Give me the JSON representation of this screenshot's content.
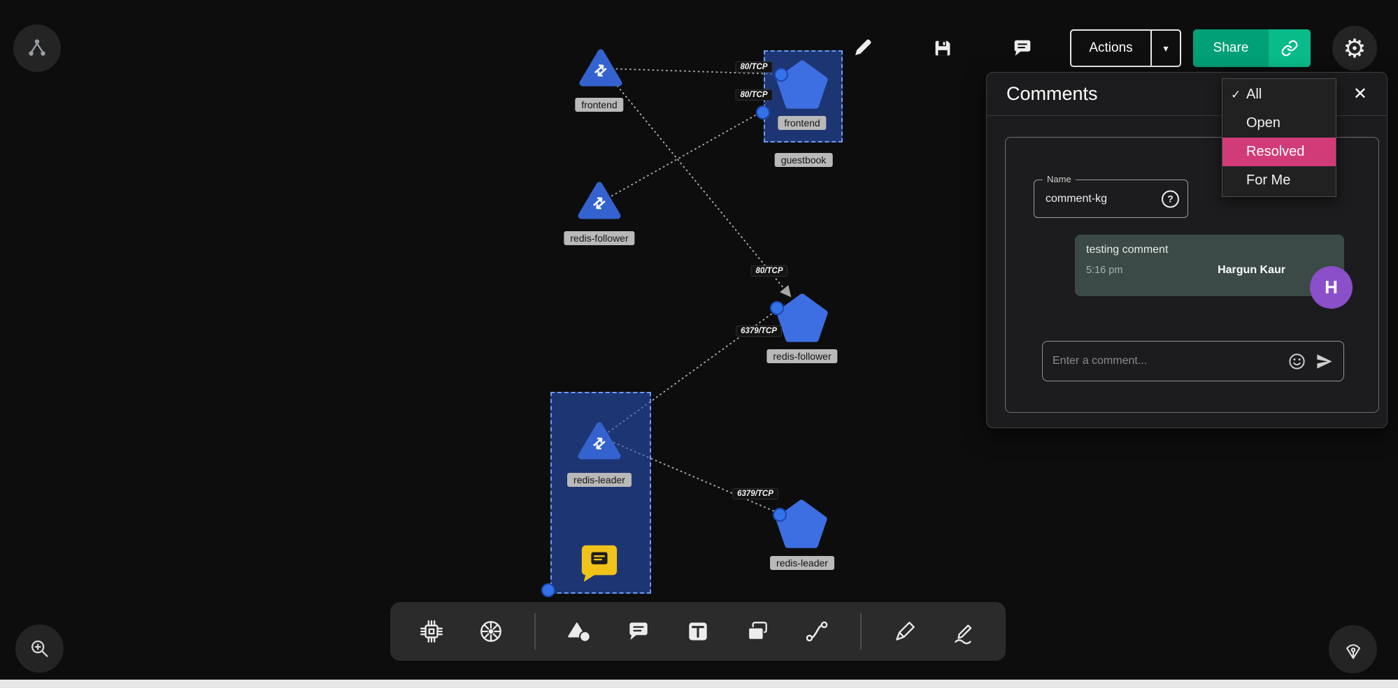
{
  "canvas": {
    "nodes": {
      "svc_frontend": {
        "label": "frontend"
      },
      "group_guestbook": {
        "label": "guestbook"
      },
      "dep_frontend": {
        "label": "frontend"
      },
      "svc_redis_follower": {
        "label": "redis-follower"
      },
      "dep_redis_follower": {
        "label": "redis-follower"
      },
      "svc_redis_leader": {
        "label": "redis-leader"
      },
      "dep_redis_leader": {
        "label": "redis-leader"
      }
    },
    "edge_labels": {
      "frontend_to_guestbook": "80/TCP",
      "redis_follower_to_guestbook": "80/TCP",
      "frontend_to_redis_follower": "80/TCP",
      "redis_leader_to_redis_follower": "6379/TCP",
      "redis_leader_to_redis_leader": "6379/TCP"
    }
  },
  "topbar": {
    "actions_label": "Actions",
    "dropdown_caret": "▾",
    "share_label": "Share"
  },
  "icons": {
    "service_glyph": "⇄",
    "gear": "⚙",
    "close": "✕",
    "check": "✓",
    "help": "?"
  },
  "comments_panel": {
    "title": "Comments",
    "filter_menu": {
      "all": "All",
      "open": "Open",
      "resolved": "Resolved",
      "for_me": "For Me"
    },
    "name_field": {
      "label": "Name",
      "value": "comment-kg"
    },
    "thread": {
      "message": "testing comment",
      "time": "5:16 pm",
      "author": "Hargun Kaur",
      "avatar_initial": "H"
    },
    "composer": {
      "placeholder": "Enter a comment..."
    }
  },
  "colors": {
    "node_blue": "#3b68d8",
    "selection_blue": "#2b52be",
    "comment_yellow": "#f0c31a",
    "resolved_pink": "#d13c78",
    "share_green": "#01a076",
    "share_green_light": "#0abb8a",
    "avatar_purple": "#8a4fc9"
  }
}
